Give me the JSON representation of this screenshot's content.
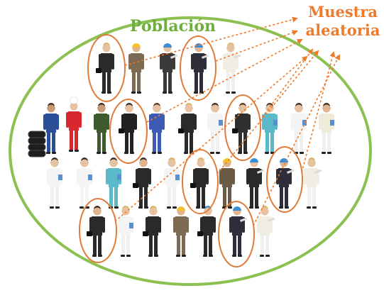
{
  "title": "Población",
  "sample_label": {
    "line1": "Muestra",
    "line2": "aleatoria"
  },
  "colors": {
    "population_ellipse": "#8cc152",
    "title_text": "#6fae3e",
    "sample_text": "#ee7a2c",
    "selection_ring": "#e07b39",
    "arrow": "#ee7a2c"
  },
  "people": [
    {
      "id": "p1",
      "role": "businesswoman",
      "suit": "#2b2b2b",
      "skin": "#e7c2a0",
      "hair": "#d9b46a",
      "selected": true
    },
    {
      "id": "p2",
      "role": "construction-worker",
      "suit": "#7c6a52",
      "skin": "#e0b48e",
      "hair": "#f2c230",
      "selected": false
    },
    {
      "id": "p3",
      "role": "engineer",
      "suit": "#3a3a3a",
      "skin": "#e7c2a0",
      "hair": "#3a8fd6",
      "selected": false
    },
    {
      "id": "p4",
      "role": "engineer",
      "suit": "#2e2e3a",
      "skin": "#e0b48e",
      "hair": "#3a8fd6",
      "selected": true
    },
    {
      "id": "p5",
      "role": "office-worker",
      "suit": "#f2ede2",
      "skin": "#e7c2a0",
      "hair": "#d9b46a",
      "selected": false
    },
    {
      "id": "p6",
      "role": "mechanic",
      "suit": "#2a4f96",
      "skin": "#c99a74",
      "hair": "#3b2a20",
      "selected": false
    },
    {
      "id": "p7",
      "role": "chef",
      "suit": "#d6282e",
      "skin": "#e7c2a0",
      "hair": "#ffffff",
      "selected": false
    },
    {
      "id": "p8",
      "role": "gardener",
      "suit": "#3f5a2e",
      "skin": "#c99a74",
      "hair": "#3b2a20",
      "selected": false
    },
    {
      "id": "p9",
      "role": "businesswoman",
      "suit": "#222222",
      "skin": "#e7c2a0",
      "hair": "#3b2a20",
      "selected": true
    },
    {
      "id": "p10",
      "role": "cleaner",
      "suit": "#3d5bb5",
      "skin": "#e7c2a0",
      "hair": "#5a3a22",
      "selected": false
    },
    {
      "id": "p11",
      "role": "businesswoman",
      "suit": "#2a2a2a",
      "skin": "#e7c2a0",
      "hair": "#d9b46a",
      "selected": false
    },
    {
      "id": "p12",
      "role": "doctor",
      "suit": "#f4f4f4",
      "skin": "#e7c2a0",
      "hair": "#3b2a20",
      "selected": false
    },
    {
      "id": "p13",
      "role": "businesswoman",
      "suit": "#2f2f2f",
      "skin": "#e7c2a0",
      "hair": "#5a3a22",
      "selected": true
    },
    {
      "id": "p14",
      "role": "nurse",
      "suit": "#5bb9c9",
      "skin": "#e7c2a0",
      "hair": "#5a3a22",
      "selected": false
    },
    {
      "id": "p15",
      "role": "doctor",
      "suit": "#f4f4f4",
      "skin": "#e7c2a0",
      "hair": "#3b2a20",
      "selected": false
    },
    {
      "id": "p16",
      "role": "doctor",
      "suit": "#f0ead8",
      "skin": "#e0b48e",
      "hair": "#3b2a20",
      "selected": false
    },
    {
      "id": "p17",
      "role": "doctor",
      "suit": "#f4f4f4",
      "skin": "#e7c2a0",
      "hair": "#3b2a20",
      "selected": false
    },
    {
      "id": "p18",
      "role": "nurse",
      "suit": "#f4f4f4",
      "skin": "#e7c2a0",
      "hair": "#3b2a20",
      "selected": false
    },
    {
      "id": "p19",
      "role": "nurse",
      "suit": "#5bb9c9",
      "skin": "#e7c2a0",
      "hair": "#3b2a20",
      "selected": false
    },
    {
      "id": "p20",
      "role": "businessman",
      "suit": "#2a2a2a",
      "skin": "#e0b48e",
      "hair": "#3b2a20",
      "selected": false
    },
    {
      "id": "p21",
      "role": "doctor",
      "suit": "#f4f4f4",
      "skin": "#e7c2a0",
      "hair": "#d9b46a",
      "selected": false
    },
    {
      "id": "p22",
      "role": "businesswoman",
      "suit": "#2a2a2a",
      "skin": "#e7c2a0",
      "hair": "#d9b46a",
      "selected": true
    },
    {
      "id": "p23",
      "role": "construction-worker",
      "suit": "#6b5a44",
      "skin": "#e0b48e",
      "hair": "#f2c230",
      "selected": false
    },
    {
      "id": "p24",
      "role": "engineer",
      "suit": "#2a2a2a",
      "skin": "#e7c2a0",
      "hair": "#3a8fd6",
      "selected": false
    },
    {
      "id": "p25",
      "role": "engineer",
      "suit": "#2e2e3a",
      "skin": "#e0b48e",
      "hair": "#3a8fd6",
      "selected": true
    },
    {
      "id": "p26",
      "role": "office-worker",
      "suit": "#f2ede2",
      "skin": "#e7c2a0",
      "hair": "#d9b46a",
      "selected": false
    },
    {
      "id": "p27",
      "role": "businessman",
      "suit": "#2a2a2a",
      "skin": "#e0b48e",
      "hair": "#3b2a20",
      "selected": true
    },
    {
      "id": "p28",
      "role": "doctor",
      "suit": "#f4f4f4",
      "skin": "#e7c2a0",
      "hair": "#d9b46a",
      "selected": false
    },
    {
      "id": "p29",
      "role": "businesswoman",
      "suit": "#2a2a2a",
      "skin": "#e7c2a0",
      "hair": "#d9b46a",
      "selected": false
    },
    {
      "id": "p30",
      "role": "construction-worker",
      "suit": "#7c6a52",
      "skin": "#e0b48e",
      "hair": "#f2c230",
      "selected": false
    },
    {
      "id": "p31",
      "role": "businesswoman",
      "suit": "#2a2a2a",
      "skin": "#e7c2a0",
      "hair": "#3a8fd6",
      "selected": false
    },
    {
      "id": "p32",
      "role": "engineer",
      "suit": "#2e2e3a",
      "skin": "#e0b48e",
      "hair": "#3a8fd6",
      "selected": true
    },
    {
      "id": "p33",
      "role": "office-worker",
      "suit": "#f2ede2",
      "skin": "#e7c2a0",
      "hair": "#d9b46a",
      "selected": false
    }
  ]
}
